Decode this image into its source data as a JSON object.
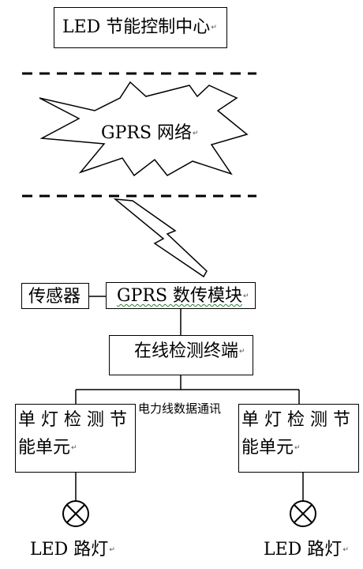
{
  "control_center": {
    "label": "LED 节能控制中心"
  },
  "network": {
    "label": "GPRS 网络"
  },
  "sensor": {
    "label": "传感器"
  },
  "gprs_module": {
    "label": "GPRS 数传模块"
  },
  "terminal": {
    "label": "在线检测终端"
  },
  "plc_label": "电力线数据通讯",
  "left_unit": {
    "line1": "单 灯 检 测 节",
    "line2": "能单元"
  },
  "right_unit": {
    "line1": "单 灯 检 测 节",
    "line2": "能单元"
  },
  "left_lamp": {
    "label": "LED 路灯"
  },
  "right_lamp": {
    "label": "LED 路灯"
  },
  "para_mark": "↵"
}
